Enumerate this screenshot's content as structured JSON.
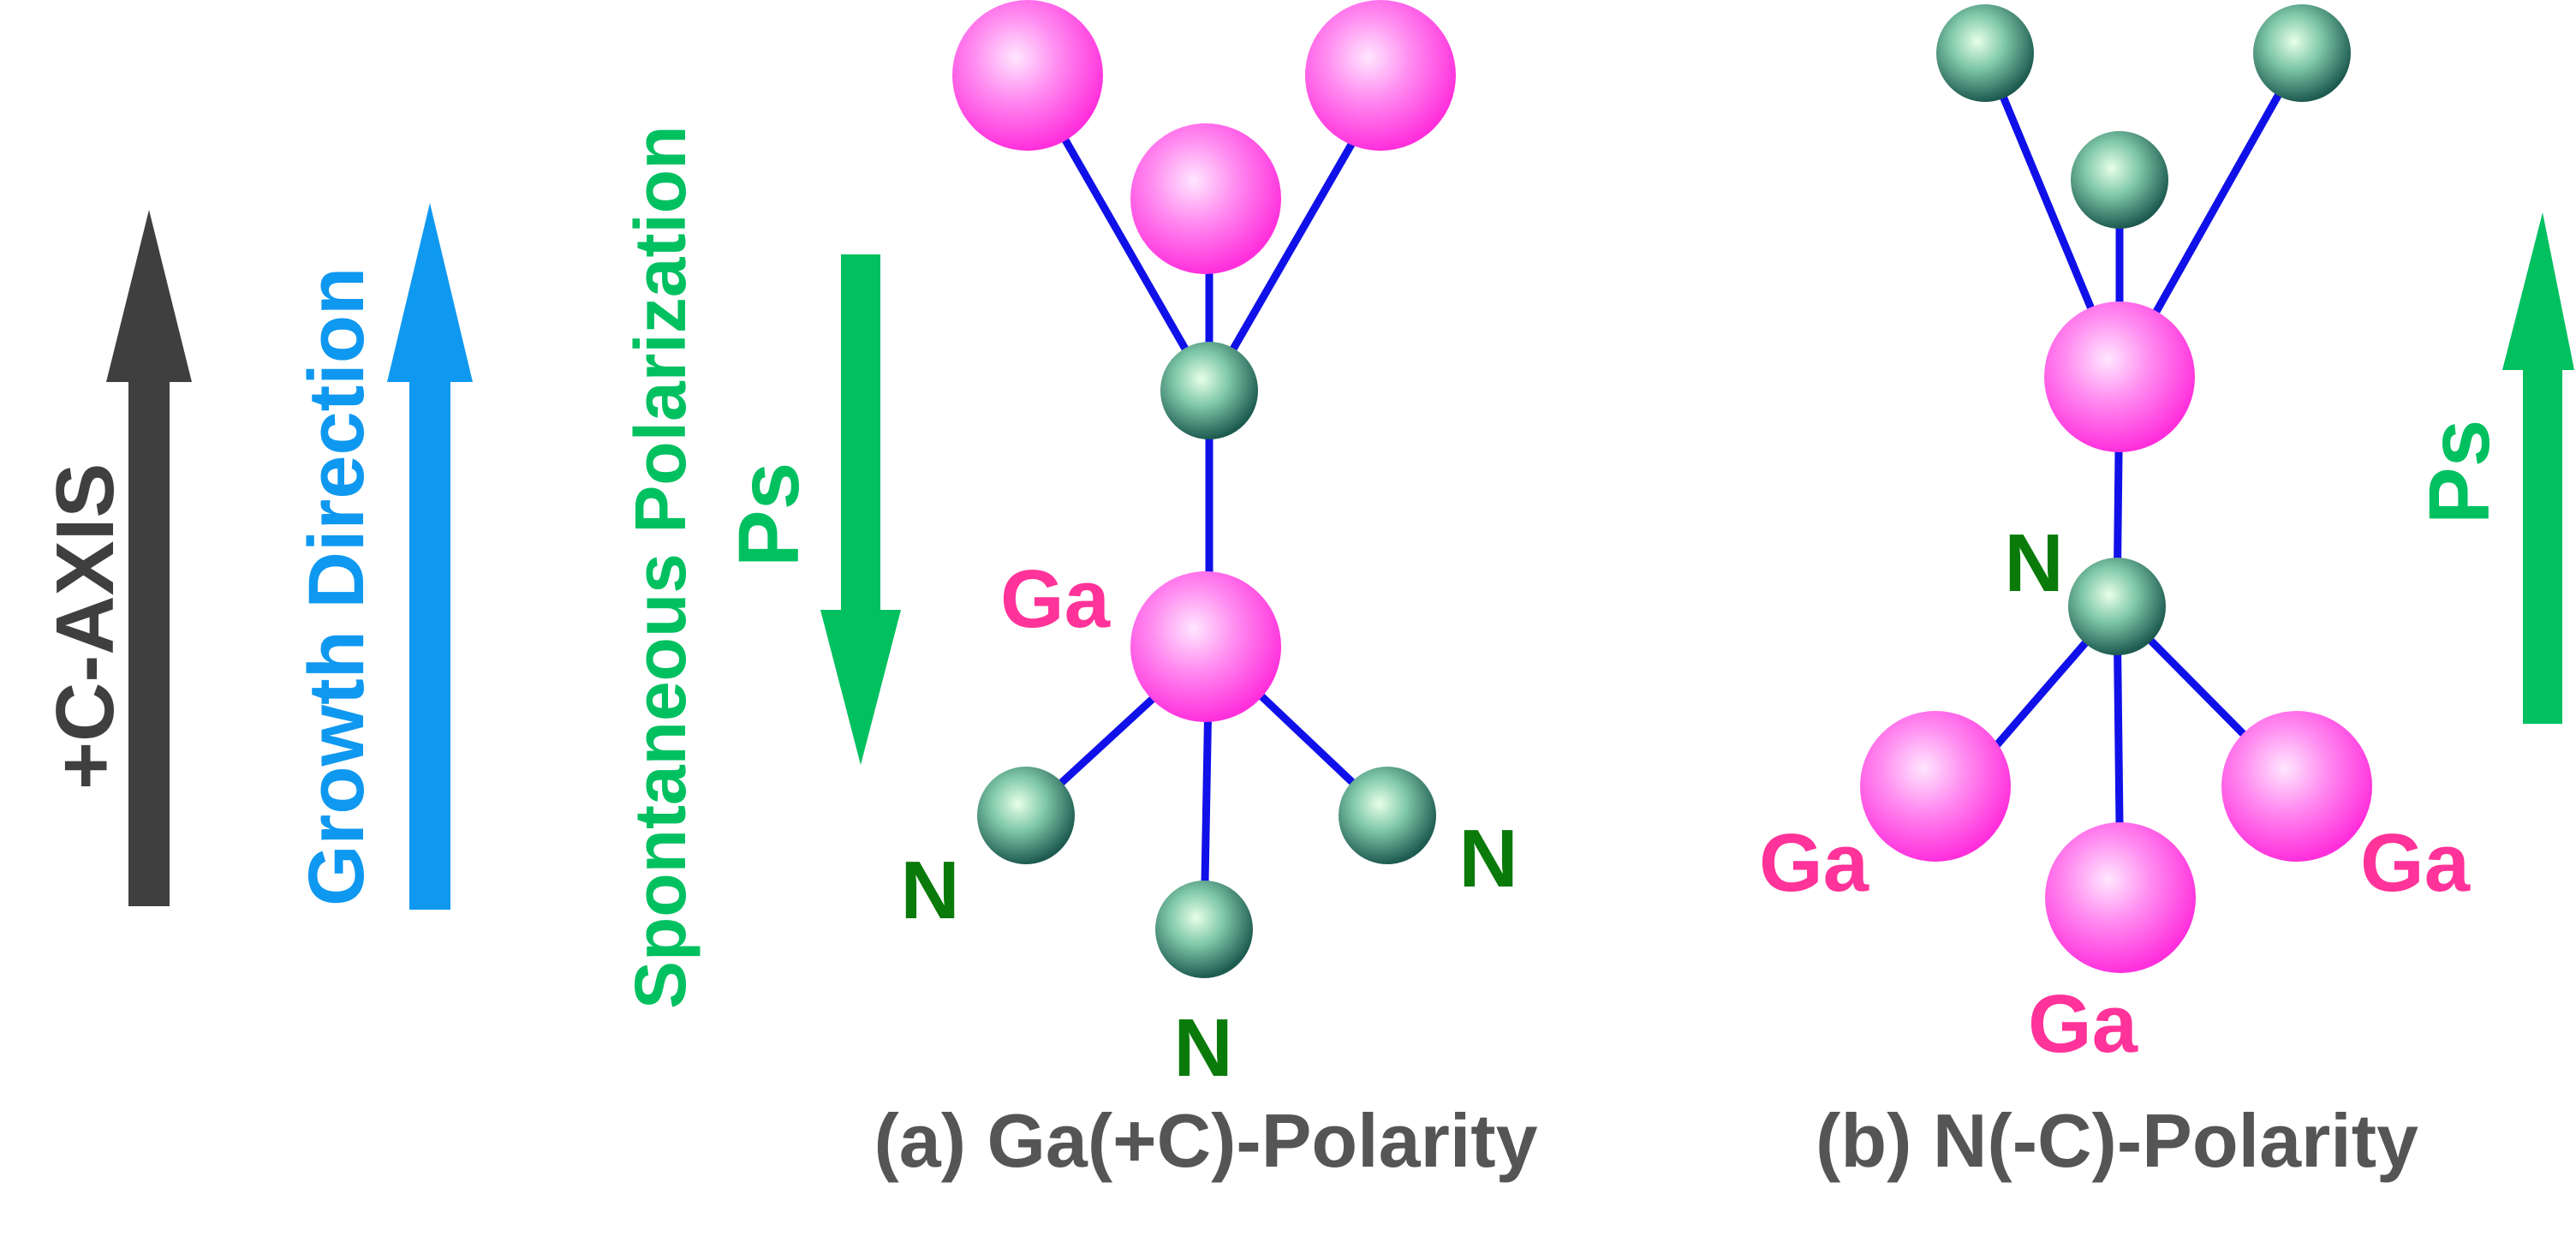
{
  "colors": {
    "background": "#ffffff",
    "c_axis_arrow": "#3f3f3f",
    "growth_arrow": "#0f98f0",
    "polarization_arrow": "#00c060",
    "bond": "#1010e8",
    "ga_atom": "#ff33dd",
    "ga_label": "#ff3399",
    "n_atom": "#3a7a6a",
    "n_label": "#0a7a0a",
    "caption": "#555555"
  },
  "axis_labels": {
    "c_axis": "+C-AXIS",
    "growth": "Growth Direction",
    "spontaneous": "Spontaneous Polarization",
    "ps_a": "Ps",
    "ps_b": "Ps"
  },
  "panel_a": {
    "caption": "(a) Ga(+C)-Polarity",
    "ga_label": "Ga",
    "n_labels": [
      "N",
      "N",
      "N"
    ]
  },
  "panel_b": {
    "caption": "(b) N(-C)-Polarity",
    "n_label": "N",
    "ga_labels": [
      "Ga",
      "Ga",
      "Ga"
    ]
  },
  "icons": [
    "up-arrow-icon",
    "down-arrow-icon"
  ]
}
